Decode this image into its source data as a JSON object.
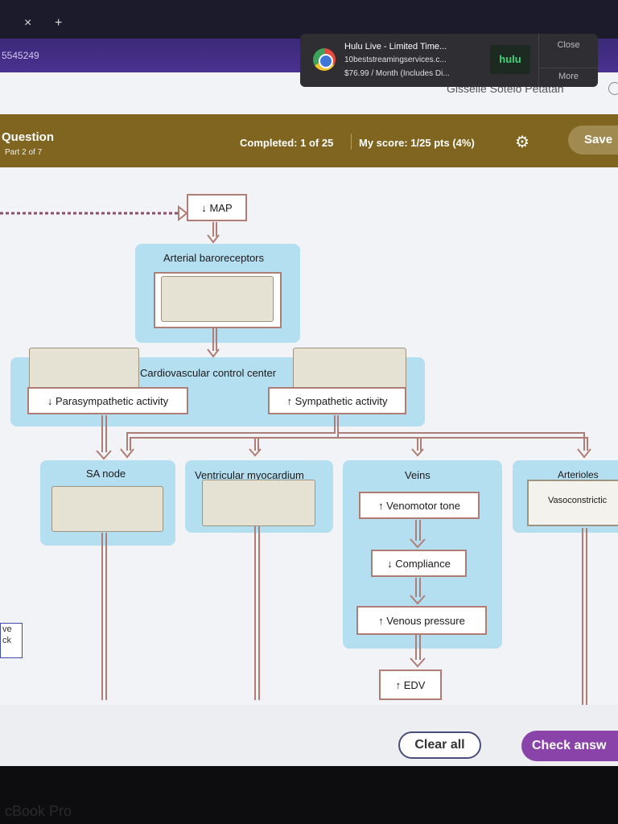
{
  "browser": {
    "close_glyph": "×",
    "newtab_glyph": "+",
    "course_id": "5545249"
  },
  "notification": {
    "title": "Hulu Live - Limited Time...",
    "source": "10beststreamingservices.c...",
    "body": "$76.99 / Month (Includes Di...",
    "brand": "hulu",
    "close_label": "Close",
    "more_label": "More"
  },
  "user": {
    "name": "Gisselle Sotelo Petatan"
  },
  "question": {
    "title": "Question",
    "part": "Part 2 of 7",
    "completed": "Completed: 1 of 25",
    "score": "My score: 1/25 pts (4%)",
    "save_label": "Save"
  },
  "diagram": {
    "map": "↓ MAP",
    "baroreceptors": "Arterial baroreceptors",
    "cv_center": "Cardiovascular control center",
    "parasympathetic": "↓ Parasympathetic activity",
    "sympathetic": "↑ Sympathetic activity",
    "sa_node": "SA node",
    "ventricular": "Ventricular myocardium",
    "veins": "Veins",
    "arterioles": "Arterioles",
    "venomotor": "↑ Venomotor tone",
    "compliance": "↓ Compliance",
    "venous_pressure": "↑ Venous pressure",
    "edv": "↑ EDV",
    "vasoconstriction": "Vasoconstrictic"
  },
  "side_button": {
    "line1": "ve",
    "line2": "ck"
  },
  "actions": {
    "clear_label": "Clear all",
    "check_label": "Check answ"
  },
  "laptop": {
    "brand": "cBook Pro"
  },
  "colors": {
    "header": "#7f6520",
    "panel": "#b4dff1",
    "arrow": "#b07d75",
    "check": "#8a43a8"
  }
}
